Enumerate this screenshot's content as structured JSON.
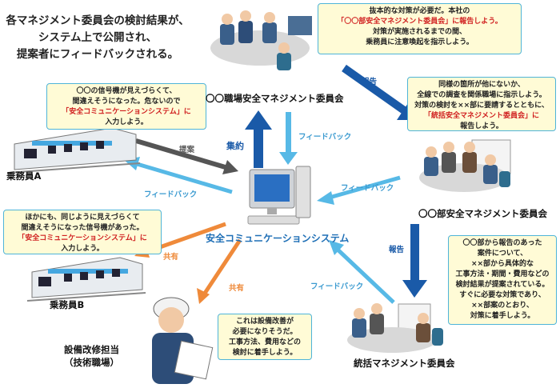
{
  "intro": [
    "各マネジメント委員会の検討結果が、",
    "システム上で公開され、",
    "提案者にフィードバックされる。"
  ],
  "nodes": {
    "shokuba": "〇〇職場安全マネジメント委員会",
    "bu": "〇〇部安全マネジメント委員会",
    "tokatsu": "統括マネジメント委員会",
    "system": "安全コミュニケーションシステム",
    "driver_a": "乗務員A",
    "driver_b": "乗務員B",
    "maintenance": [
      "設備改修担当",
      "（技術職場）"
    ]
  },
  "bubbles": {
    "shokuba": [
      "抜本的な対策が必要だ。本社の",
      "「〇〇部安全マネジメント委員会」に報告しよう。",
      "対策が実施されるまでの間、",
      "乗務員に注意喚起を指示しよう。"
    ],
    "bu": [
      "同様の箇所が他にないか、",
      "全線での調査を関係職場に指示しよう。",
      "対策の検討を××部に要請するとともに、",
      "「統括安全マネジメント委員会」に",
      "報告しよう。"
    ],
    "driver_a": [
      "〇〇の信号機が見えづらくて、",
      "間違えそうになった。危ないので",
      "「安全コミュニケーションシステム」に",
      "入力しよう。"
    ],
    "driver_b": [
      "ほかにも、同じように見えづらくて",
      "間違えそうになった信号機があった。",
      "「安全コミュニケーションシステム」に",
      "入力しよう。"
    ],
    "tokatsu": [
      "〇〇部から報告のあった",
      "案件について、",
      "××部から具体的な",
      "工事方法・期間・費用などの",
      "検討結果が提案されている。",
      "すぐに必要な対策であり、",
      "××部案のとおり、",
      "対策に着手しよう。"
    ],
    "maintenance": [
      "これは設備改善が",
      "必要になりそうだ。",
      "工事方法、費用などの",
      "検討に着手しよう。"
    ]
  },
  "arrows": {
    "report1": "報告",
    "report2": "報告",
    "shuyaku": "集約",
    "teian": "提案",
    "feedback": "フィードバック",
    "kyoyu": "共有"
  },
  "colors": {
    "report_arrow": "#1a5aa8",
    "feedback_arrow": "#57b9e6",
    "proposal_arrow": "#555555",
    "share_arrow": "#ef8a3a",
    "bubble_border": "#4fb4d8",
    "bubble_fill": "#fffbd6",
    "highlight_text": "#d02020"
  }
}
